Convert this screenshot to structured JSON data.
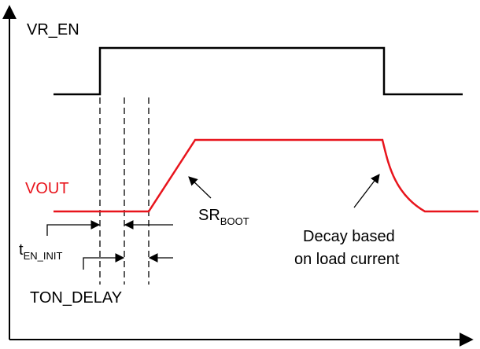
{
  "colors": {
    "vr_en": "#000000",
    "vout": "#e8141c",
    "background": "#ffffff"
  },
  "labels": {
    "vr_en": "VR_EN",
    "vout": "VOUT",
    "t_en_init": {
      "main": "t",
      "sub": "EN_INIT"
    },
    "ton_delay": "TON_DELAY",
    "sr_boot": {
      "main": "SR",
      "sub": "BOOT"
    },
    "decay_line1": "Decay based",
    "decay_line2": "on load current"
  }
}
